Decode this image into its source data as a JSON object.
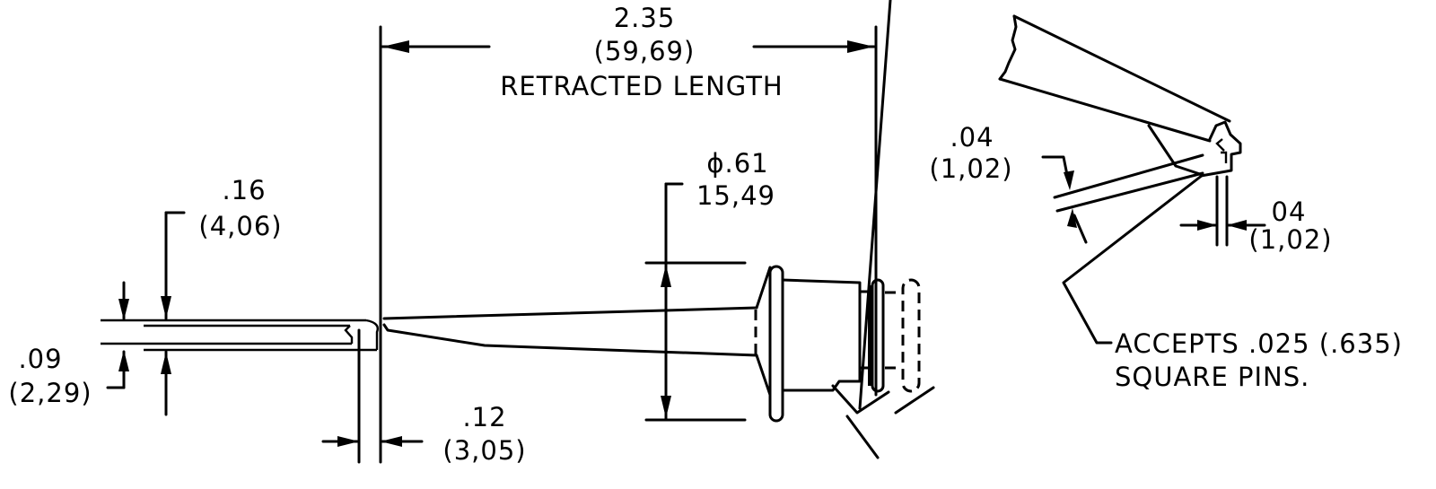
{
  "drawing": {
    "overall_length": {
      "inch": "2.35",
      "mm": "(59,69)",
      "label": "RETRACTED LENGTH"
    },
    "tip_offset": {
      "inch": ".16",
      "mm": "(4,06)"
    },
    "tip_width": {
      "inch": ".09",
      "mm": "(2,29)"
    },
    "hook_length": {
      "inch": ".12",
      "mm": "(3,05)"
    },
    "diameter": {
      "inch": "ϕ.61",
      "mm": "15,49"
    },
    "detail_hook_gap": {
      "inch": ".04",
      "mm": "(1,02)"
    },
    "detail_pin_width": {
      "inch": "04",
      "mm": "(1,02)"
    },
    "note": {
      "line1": "ACCEPTS .025 (.635)",
      "line2": "SQUARE PINS."
    }
  }
}
